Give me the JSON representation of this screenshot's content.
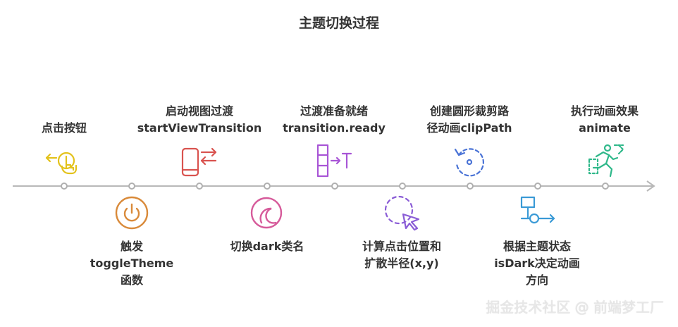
{
  "title": "主题切换过程",
  "steps": [
    {
      "lines": [
        "点击按钮"
      ],
      "icon": "pointing-hand-icon",
      "color": "#e3c21b"
    },
    {
      "lines": [
        "触发",
        "toggleTheme",
        "函数"
      ],
      "icon": "power-icon",
      "color": "#d98a3a"
    },
    {
      "lines": [
        "启动视图过渡",
        "startViewTransition"
      ],
      "icon": "phone-switch-icon",
      "color": "#d9534f"
    },
    {
      "lines": [
        "切换dark类名"
      ],
      "icon": "crescent-icon",
      "color": "#d65a9a"
    },
    {
      "lines": [
        "过渡准备就绪",
        "transition.ready"
      ],
      "icon": "stack-arrow-icon",
      "color": "#a855d6"
    },
    {
      "lines": [
        "计算点击位置和",
        "扩散半径(x,y)"
      ],
      "icon": "cursor-circle-icon",
      "color": "#8a5cd6"
    },
    {
      "lines": [
        "创建圆形裁剪路",
        "径动画clipPath"
      ],
      "icon": "rotate-circle-icon",
      "color": "#4a73d6"
    },
    {
      "lines": [
        "根据主题状态",
        "isDark决定动画",
        "方向"
      ],
      "icon": "flowchart-icon",
      "color": "#3a9ad6"
    },
    {
      "lines": [
        "执行动画效果",
        "animate"
      ],
      "icon": "running-exit-icon",
      "color": "#2fb88a"
    }
  ],
  "watermark": "掘金技术社区 @ 前端梦工厂"
}
